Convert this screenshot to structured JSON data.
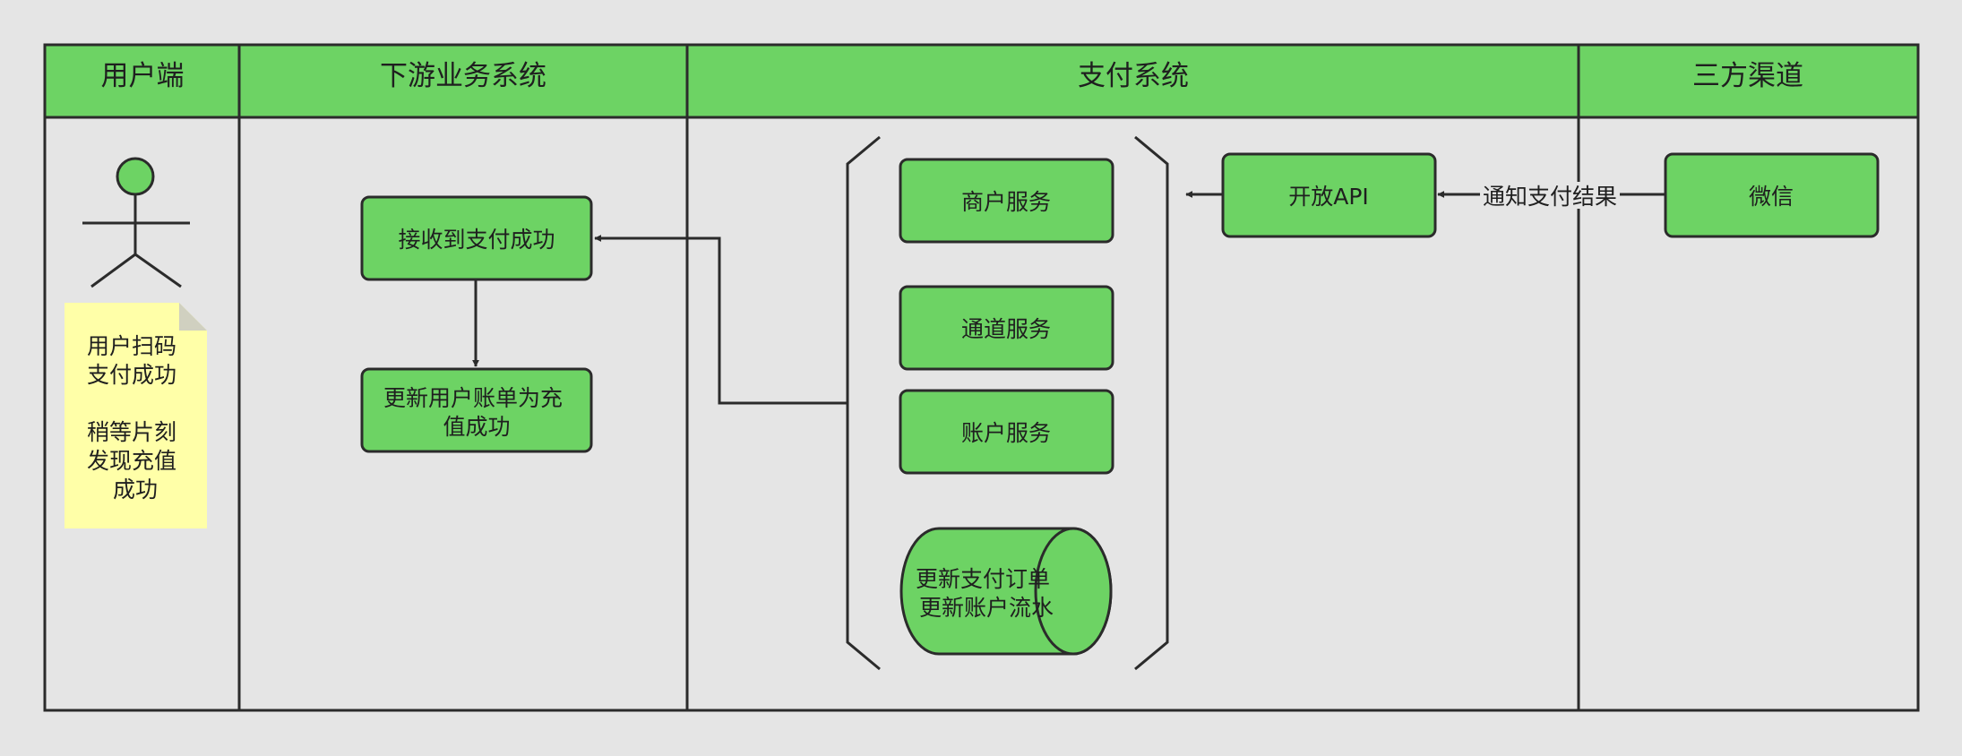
{
  "colors": {
    "background": "#e5e5e5",
    "header_green": "#6dd364",
    "node_green": "#6dd364",
    "stroke": "#2b2b2b",
    "note_yellow": "#ffffa8"
  },
  "lanes": [
    {
      "id": "user",
      "title": "用户端"
    },
    {
      "id": "downstream",
      "title": "下游业务系统"
    },
    {
      "id": "payment",
      "title": "支付系统"
    },
    {
      "id": "thirdparty",
      "title": "三方渠道"
    }
  ],
  "user": {
    "actor_icon": "stick-figure-icon",
    "note_lines": [
      "用户扫码",
      "支付成功",
      "",
      "稍等片刻",
      "发现充值",
      "成功"
    ]
  },
  "downstream": {
    "receive_success": "接收到支付成功",
    "update_bill_lines": [
      "更新用户账单为充",
      "值成功"
    ]
  },
  "payment": {
    "merchant_service": "商户服务",
    "channel_service": "通道服务",
    "account_service": "账户服务",
    "db_lines": [
      "更新支付订单",
      "更新账户流水"
    ],
    "open_api": "开放API"
  },
  "thirdparty": {
    "wechat": "微信",
    "notify_label": "通知支付结果"
  }
}
